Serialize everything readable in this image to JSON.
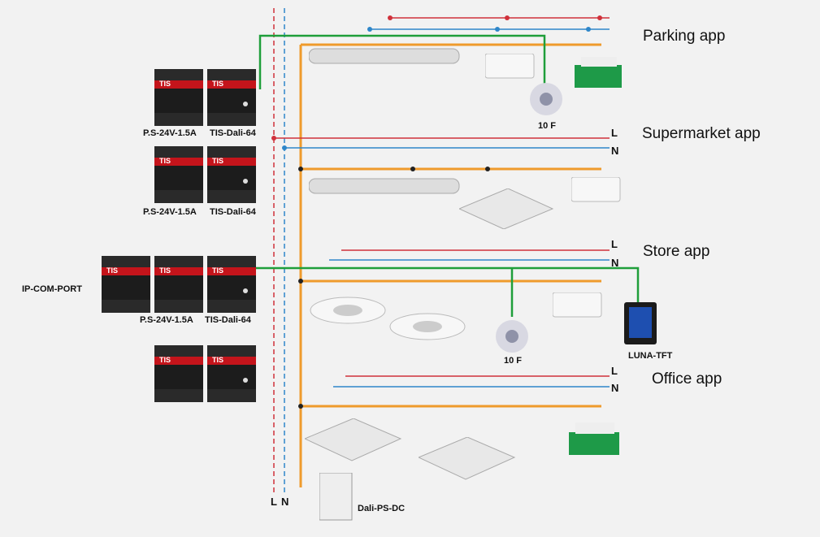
{
  "apps": {
    "parking": "Parking app",
    "supermarket": "Supermarket app",
    "store": "Store app",
    "office": "Office app"
  },
  "devices": {
    "ps1": "P.S-24V-1.5A",
    "dali1": "TIS-Dali-64",
    "ps2": "P.S-24V-1.5A",
    "dali2": "TIS-Dali-64",
    "ipcom": "IP-COM-PORT",
    "ps3": "P.S-24V-1.5A",
    "dali3": "TIS-Dali-64",
    "sensor1": "10 F",
    "sensor2": "10 F",
    "luna": "LUNA-TFT",
    "dalips": "Dali-PS-DC",
    "logo": "TIS"
  },
  "lines": {
    "L": "L",
    "N": "N"
  },
  "colors": {
    "live": "#d0313b",
    "neutral": "#2e86c9",
    "dali_bus": "#ef9b2c",
    "network": "#1f9e3a"
  }
}
